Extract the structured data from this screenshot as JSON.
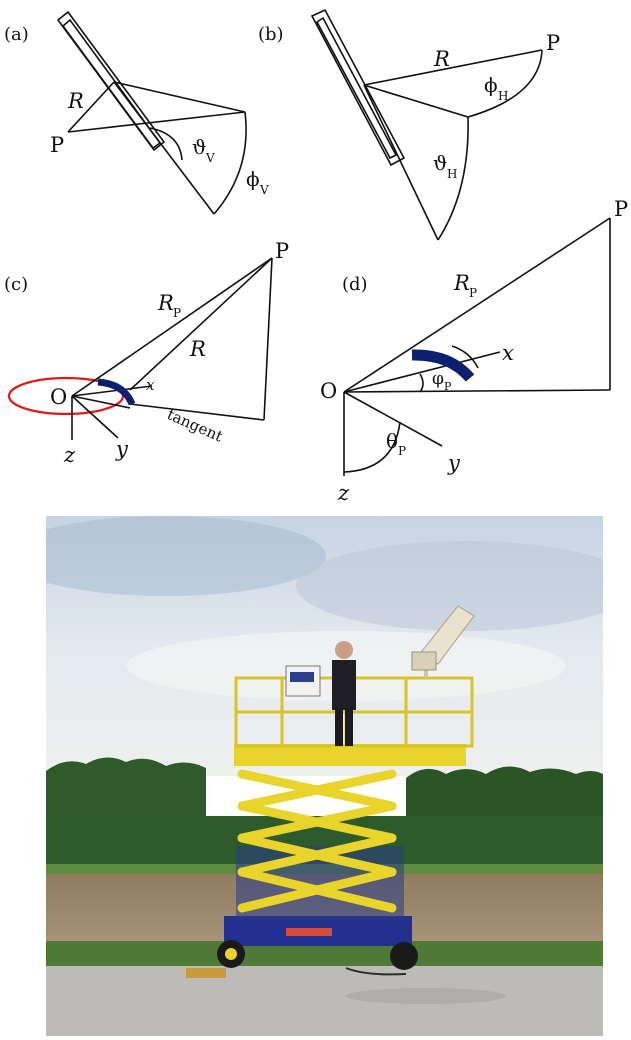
{
  "figure": {
    "panel_a": {
      "label": "(a)",
      "r_label": "R",
      "p_label": "P",
      "theta_label": "ϑ",
      "theta_sub": "V",
      "phi_label": "ϕ",
      "phi_sub": "V"
    },
    "panel_b": {
      "label": "(b)",
      "r_label": "R",
      "p_label": "P",
      "phi_label": "ϕ",
      "phi_sub": "H",
      "theta_label": "ϑ",
      "theta_sub": "H"
    },
    "panel_c": {
      "label": "(c)",
      "rp_label": "R",
      "rp_sub": "P",
      "r_label": "R",
      "p_label": "P",
      "o_label": "O",
      "x_label": "x",
      "y_label": "y",
      "z_label": "z",
      "tangent_label": "tangent"
    },
    "panel_d": {
      "label": "(d)",
      "rp_label": "R",
      "rp_sub": "P",
      "p_label": "P",
      "o_label": "O",
      "x_label": "x",
      "y_label": "y",
      "z_label": "z",
      "phi_label": "φ",
      "phi_sub": "P",
      "theta_label": "θ",
      "theta_sub": "P"
    }
  },
  "colors": {
    "ink": "#111111",
    "antenna_arc": "#0d1f6e",
    "orbit_ellipse": "#e01818",
    "lift_yellow": "#e8d42a",
    "lift_base_blue": "#23308f",
    "sky": "#d9e3ee",
    "trees": "#2e5a2a",
    "field": "#9a8367",
    "tarmac": "#b9b8b4"
  },
  "photo": {
    "subject": "scissor lift with antenna and person on test site",
    "icons": [
      "scissor-lift",
      "antenna-horn",
      "person",
      "trees",
      "field"
    ]
  }
}
